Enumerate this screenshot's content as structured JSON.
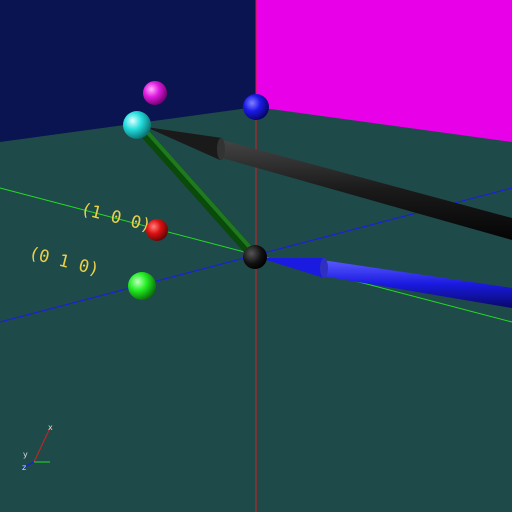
{
  "colors": {
    "floor": "#1f4a4a",
    "back_wall": "#0a1450",
    "right_wall": "#e800e8",
    "label": "#e8d04a",
    "x_line": "#1a1aee",
    "y_line": "#22dd22",
    "z_line": "#cc2222"
  },
  "labels": {
    "label_100": "(1 0 0)",
    "label_010": "(0 1 0)"
  },
  "spheres": [
    {
      "name": "magenta-sphere",
      "color": "#e01be0"
    },
    {
      "name": "blue-sphere",
      "color": "#1a1ae8"
    },
    {
      "name": "cyan-sphere",
      "color": "#22dddd"
    },
    {
      "name": "red-sphere",
      "color": "#dd1111"
    },
    {
      "name": "green-sphere",
      "color": "#22ee22"
    },
    {
      "name": "origin-sphere",
      "color": "#111111"
    }
  ],
  "axis_gizmo": {
    "x": "x",
    "y": "y",
    "z": "z"
  }
}
